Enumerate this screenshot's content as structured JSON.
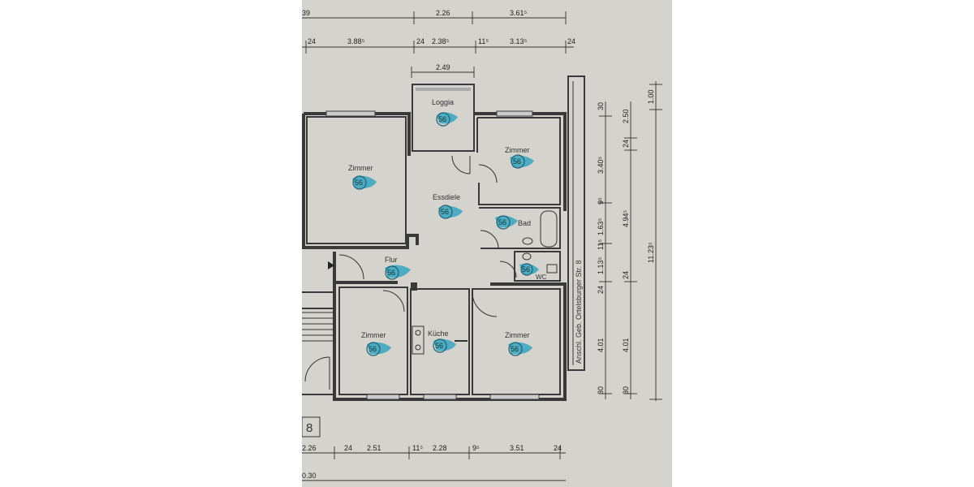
{
  "colors": {
    "paper": "#d4d3ce",
    "ink": "#333333",
    "marker": "#2aa3bf"
  },
  "rooms": [
    {
      "id": "loggia",
      "label": "Loggia",
      "marker": "56"
    },
    {
      "id": "zimmer1",
      "label": "Zimmer",
      "marker": "56"
    },
    {
      "id": "zimmer2",
      "label": "Zimmer",
      "marker": "56"
    },
    {
      "id": "essdiele",
      "label": "Essdiele",
      "marker": "56"
    },
    {
      "id": "bad",
      "label": "Bad",
      "marker": "56"
    },
    {
      "id": "flur",
      "label": "Flur",
      "marker": "56"
    },
    {
      "id": "wc",
      "label": "WC",
      "marker": "56"
    },
    {
      "id": "zimmer3",
      "label": "Zimmer",
      "marker": "56"
    },
    {
      "id": "kueche",
      "label": "Küche",
      "marker": "56"
    },
    {
      "id": "zimmer4",
      "label": "Zimmer",
      "marker": "56"
    }
  ],
  "street_label": "Anschl. Geb. Ortelsburger Str. 8",
  "stair_number": "8",
  "dimensions": {
    "top_row1": [
      "39",
      "2.26",
      "3.61⁵"
    ],
    "top_row2": [
      "24",
      "3.88⁵",
      "24",
      "2.38⁵",
      "11⁵",
      "3.13⁵",
      "24"
    ],
    "loggia_width": "2.49",
    "right_col1": [
      "30",
      "3.40⁵",
      "9⁵",
      "1.63⁵",
      "11⁵",
      "1.13⁵",
      "24",
      "4.01",
      "30"
    ],
    "right_col2": [
      "2.50",
      "24",
      "4.94⁵",
      "24",
      "4.01",
      "30"
    ],
    "right_col3": [
      "1.00",
      "11.23⁵"
    ],
    "bottom_row1": [
      "2.26",
      "24",
      "2.51",
      "11⁵",
      "2.28",
      "9⁵",
      "3.51",
      "24"
    ],
    "bottom_row2": [
      "0.30"
    ]
  }
}
